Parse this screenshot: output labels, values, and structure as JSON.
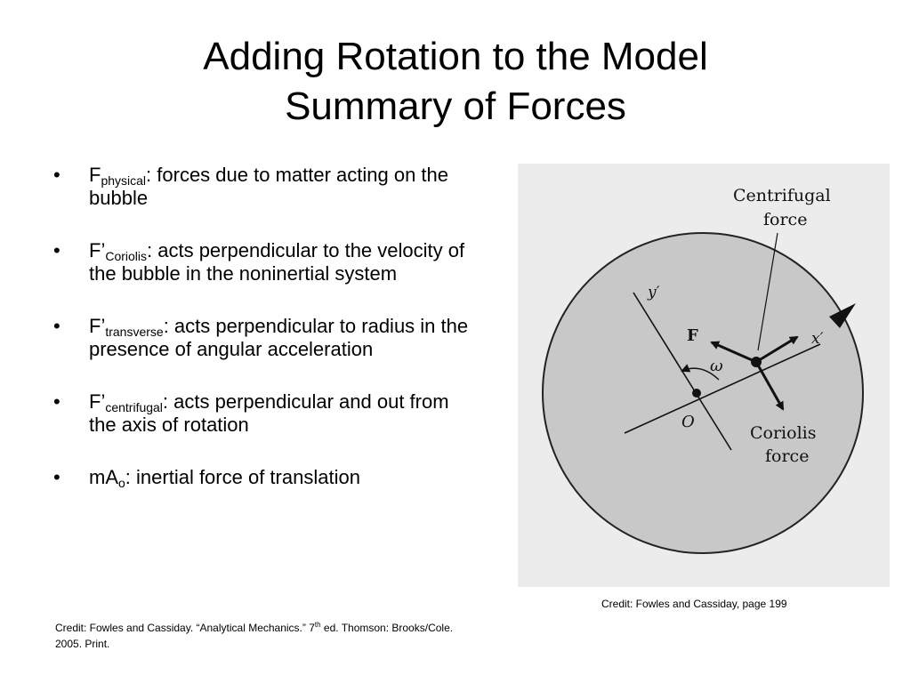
{
  "title": {
    "line1": "Adding Rotation to the Model",
    "line2": "Summary of Forces"
  },
  "bullets": [
    {
      "base": "F",
      "sub": "physical",
      "text": ": forces due to matter acting on the bubble"
    },
    {
      "base": "F’",
      "sub": "Coriolis",
      "text": ": acts perpendicular to the velocity of the bubble in the noninertial system"
    },
    {
      "base": "F’",
      "sub": "transverse",
      "text": ": acts perpendicular to radius in the presence of angular acceleration"
    },
    {
      "base": "F’",
      "sub": "centrifugal",
      "text": ": acts perpendicular and out from the axis of rotation"
    },
    {
      "base": "mA",
      "sub": "o",
      "text": ": inertial force of translation"
    }
  ],
  "bullet_symbol": "•",
  "figure": {
    "labels": {
      "centrifugal_line1": "Centrifugal",
      "centrifugal_line2": "force",
      "coriolis_line1": "Coriolis",
      "coriolis_line2": "force",
      "y_axis": "y′",
      "x_axis": "x′",
      "force": "F",
      "omega": "ω",
      "origin": "O"
    },
    "colors": {
      "disk": "#c8c8c8",
      "background": "#ececec"
    },
    "credit": "Credit: Fowles and Cassiday, page 199"
  },
  "credit": {
    "part1": "Credit: Fowles and Cassiday.  “Analytical Mechanics.” 7",
    "sup": "th",
    "part2": " ed.  Thomson: Brooks/Cole.",
    "line2": "2005.  Print."
  }
}
